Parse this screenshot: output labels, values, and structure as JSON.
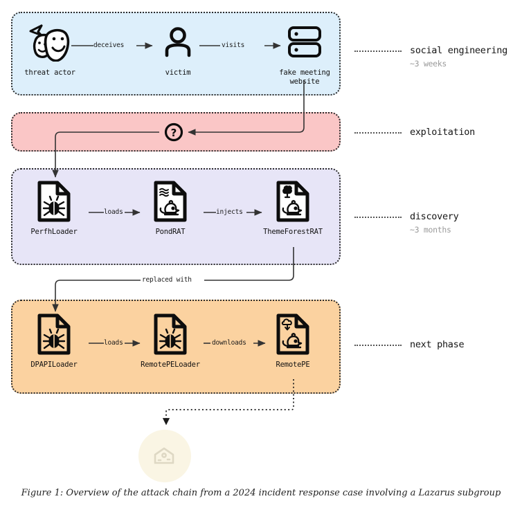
{
  "figure": {
    "caption": "Figure 1: Overview of the attack chain from a 2024 incident response case involving a Lazarus subgroup"
  },
  "phases": [
    {
      "id": "social",
      "title": "social engineering",
      "duration": "~3 weeks",
      "color": "#ddeffb"
    },
    {
      "id": "exploit",
      "title": "exploitation",
      "duration": "",
      "color": "#fac6c6"
    },
    {
      "id": "discovery",
      "title": "discovery",
      "duration": "~3 months",
      "color": "#e7e5f7"
    },
    {
      "id": "next",
      "title": "next phase",
      "duration": "",
      "color": "#fbd2a0"
    }
  ],
  "nodes": [
    {
      "id": "threat-actor",
      "label": "threat actor",
      "icon": "theater-masks-icon",
      "phase": "social"
    },
    {
      "id": "victim",
      "label": "victim",
      "icon": "person-icon",
      "phase": "social"
    },
    {
      "id": "website",
      "label": "fake meeting\nwebsite",
      "icon": "server-icon",
      "phase": "social"
    },
    {
      "id": "question",
      "label": "?",
      "icon": "question-mark-icon",
      "phase": "exploit"
    },
    {
      "id": "perfhloader",
      "label": "PerfhLoader",
      "icon": "file-bug-icon",
      "phase": "discovery"
    },
    {
      "id": "pondrat",
      "label": "PondRAT",
      "icon": "file-water-rat-icon",
      "phase": "discovery"
    },
    {
      "id": "themeforestrat",
      "label": "ThemeForestRAT",
      "icon": "file-tree-rat-icon",
      "phase": "discovery"
    },
    {
      "id": "dpapiloader",
      "label": "DPAPILoader",
      "icon": "file-bug-icon",
      "phase": "next"
    },
    {
      "id": "remotepeloader",
      "label": "RemotePELoader",
      "icon": "file-bug-icon",
      "phase": "next"
    },
    {
      "id": "remotepe",
      "label": "RemotePE",
      "icon": "file-cloud-rat-icon",
      "phase": "next"
    },
    {
      "id": "final",
      "label": "",
      "icon": "cheese-rat-icon",
      "phase": "end"
    }
  ],
  "edges": [
    {
      "from": "threat-actor",
      "to": "victim",
      "label": "deceives",
      "style": "solid"
    },
    {
      "from": "victim",
      "to": "website",
      "label": "visits",
      "style": "solid"
    },
    {
      "from": "website",
      "to": "question",
      "label": "",
      "style": "solid"
    },
    {
      "from": "question",
      "to": "perfhloader",
      "label": "",
      "style": "solid"
    },
    {
      "from": "perfhloader",
      "to": "pondrat",
      "label": "loads",
      "style": "solid"
    },
    {
      "from": "pondrat",
      "to": "themeforestrat",
      "label": "injects",
      "style": "solid"
    },
    {
      "from": "themeforestrat",
      "to": "dpapiloader",
      "label": "replaced with",
      "style": "solid"
    },
    {
      "from": "dpapiloader",
      "to": "remotepeloader",
      "label": "loads",
      "style": "solid"
    },
    {
      "from": "remotepeloader",
      "to": "remotepe",
      "label": "downloads",
      "style": "solid"
    },
    {
      "from": "remotepe",
      "to": "final",
      "label": "",
      "style": "dotted"
    }
  ],
  "colors": {
    "stroke": "#333333",
    "band_border": "#2b2b2b",
    "legend_sub": "#9a9a9a",
    "final_circle": "#faf5e4",
    "final_icon": "#ded8c4"
  }
}
